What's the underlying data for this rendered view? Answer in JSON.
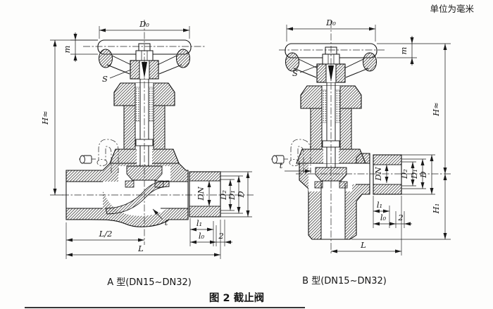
{
  "units_note": "单位为毫米",
  "figure_caption": "图 2  截止阀",
  "valve_a": {
    "caption": "A 型(DN15~DN32)",
    "dims": {
      "d0": "D₀",
      "m": "m",
      "h_approx": "H≈",
      "s": "S",
      "t": "t",
      "dn": "DN",
      "d2": "D₂",
      "d1": "D₁",
      "d": "D",
      "l_half": "L/2",
      "l1": "l₁",
      "l0": "l₀",
      "gap": "2",
      "l": "L"
    }
  },
  "valve_b": {
    "caption": "B 型(DN15~DN32)",
    "dims": {
      "d0": "D₀",
      "m": "m",
      "h_approx": "H≈",
      "h1": "H₁",
      "s": "S",
      "t": "t",
      "dn": "DN",
      "d2": "D₂",
      "d1": "D₁",
      "d": "D",
      "l1": "l₁",
      "l0": "l₀",
      "gap": "2",
      "l": "L"
    }
  }
}
